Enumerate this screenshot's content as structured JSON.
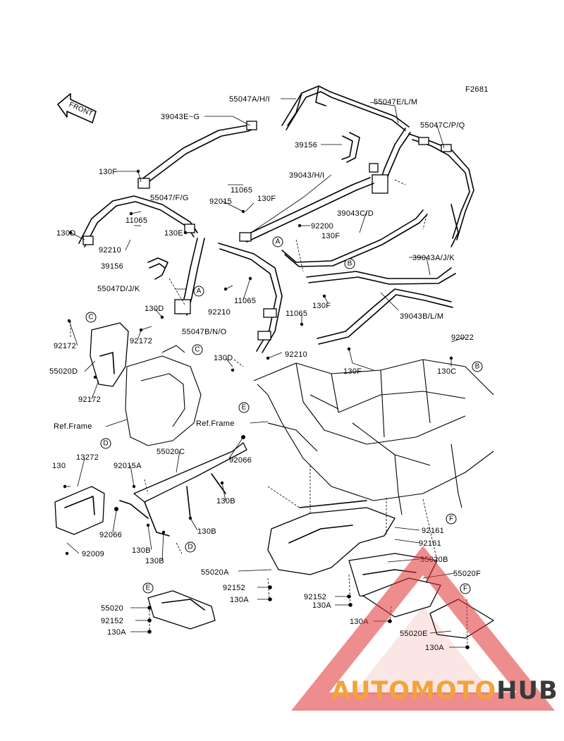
{
  "figure_code": "F2681",
  "front_label": "FRONT",
  "watermark": {
    "part1": "AUTOMOTO",
    "part2": "HUB",
    "color_main": "#f2a33a",
    "color_dark": "#3a3a3a",
    "triangle_color": "#e03030"
  },
  "labels": {
    "p55047AHI": "55047A/H/I",
    "p55047ELM": "55047E/L/M",
    "p55047CPQ": "55047C/P/Q",
    "p39043EG": "39043E~G",
    "p39156a": "39156",
    "p130Fa": "130F",
    "p39043HI": "39043/H/I",
    "p11065a": "11065",
    "p55047FG": "55047/F/G",
    "p92015": "92015",
    "p130Fb": "130F",
    "p39043CD": "39043C/D",
    "p130D_a": "130D",
    "p11065b": "11065",
    "p92200": "92200",
    "p130Fc": "130F",
    "p130E": "130E",
    "p92210a": "92210",
    "p39043AJK": "39043A/J/K",
    "p39156b": "39156",
    "p55047DJK": "55047D/J/K",
    "p130Fd": "130F",
    "p11065c": "11065",
    "p92210b": "92210",
    "p39043BLM": "39043B/L/M",
    "p130D_b": "130D",
    "p11065d": "11065",
    "p55047BNO": "55047B/N/O",
    "p92022": "92022",
    "p92172a": "92172",
    "p92172b": "92172",
    "p92210c": "92210",
    "p130D_c": "130D",
    "p130Fe": "130F",
    "p130C": "130C",
    "p55020D": "55020D",
    "p92172c": "92172",
    "p_ref1": "Ref.Frame",
    "p_ref2": "Ref.Frame",
    "p13272": "13272",
    "p55020C": "55020C",
    "p92015A": "92015A",
    "p92066a": "92066",
    "p130": "130",
    "p130Ba": "130B",
    "p92066b": "92066",
    "p130Bb": "130B",
    "p130Bc": "130B",
    "p130Bd": "130B",
    "p92009": "92009",
    "p92161a": "92161",
    "p92161b": "92161",
    "p55020A": "55020A",
    "p55020B": "55020B",
    "p55020F": "55020F",
    "p92152a": "92152",
    "p130Aa": "130A",
    "p92152b": "92152",
    "p130Ab": "130A",
    "p55020": "55020",
    "p92152c": "92152",
    "p130Ac": "130A",
    "p130Ad": "130A",
    "p55020E": "55020E",
    "p130Ae": "130A"
  },
  "callouts": {
    "A1": "A",
    "A2": "A",
    "B1": "B",
    "B2": "B",
    "C1": "C",
    "C2": "C",
    "D1": "D",
    "D2": "D",
    "E1": "E",
    "E2": "E",
    "F1": "F",
    "F2": "F"
  }
}
